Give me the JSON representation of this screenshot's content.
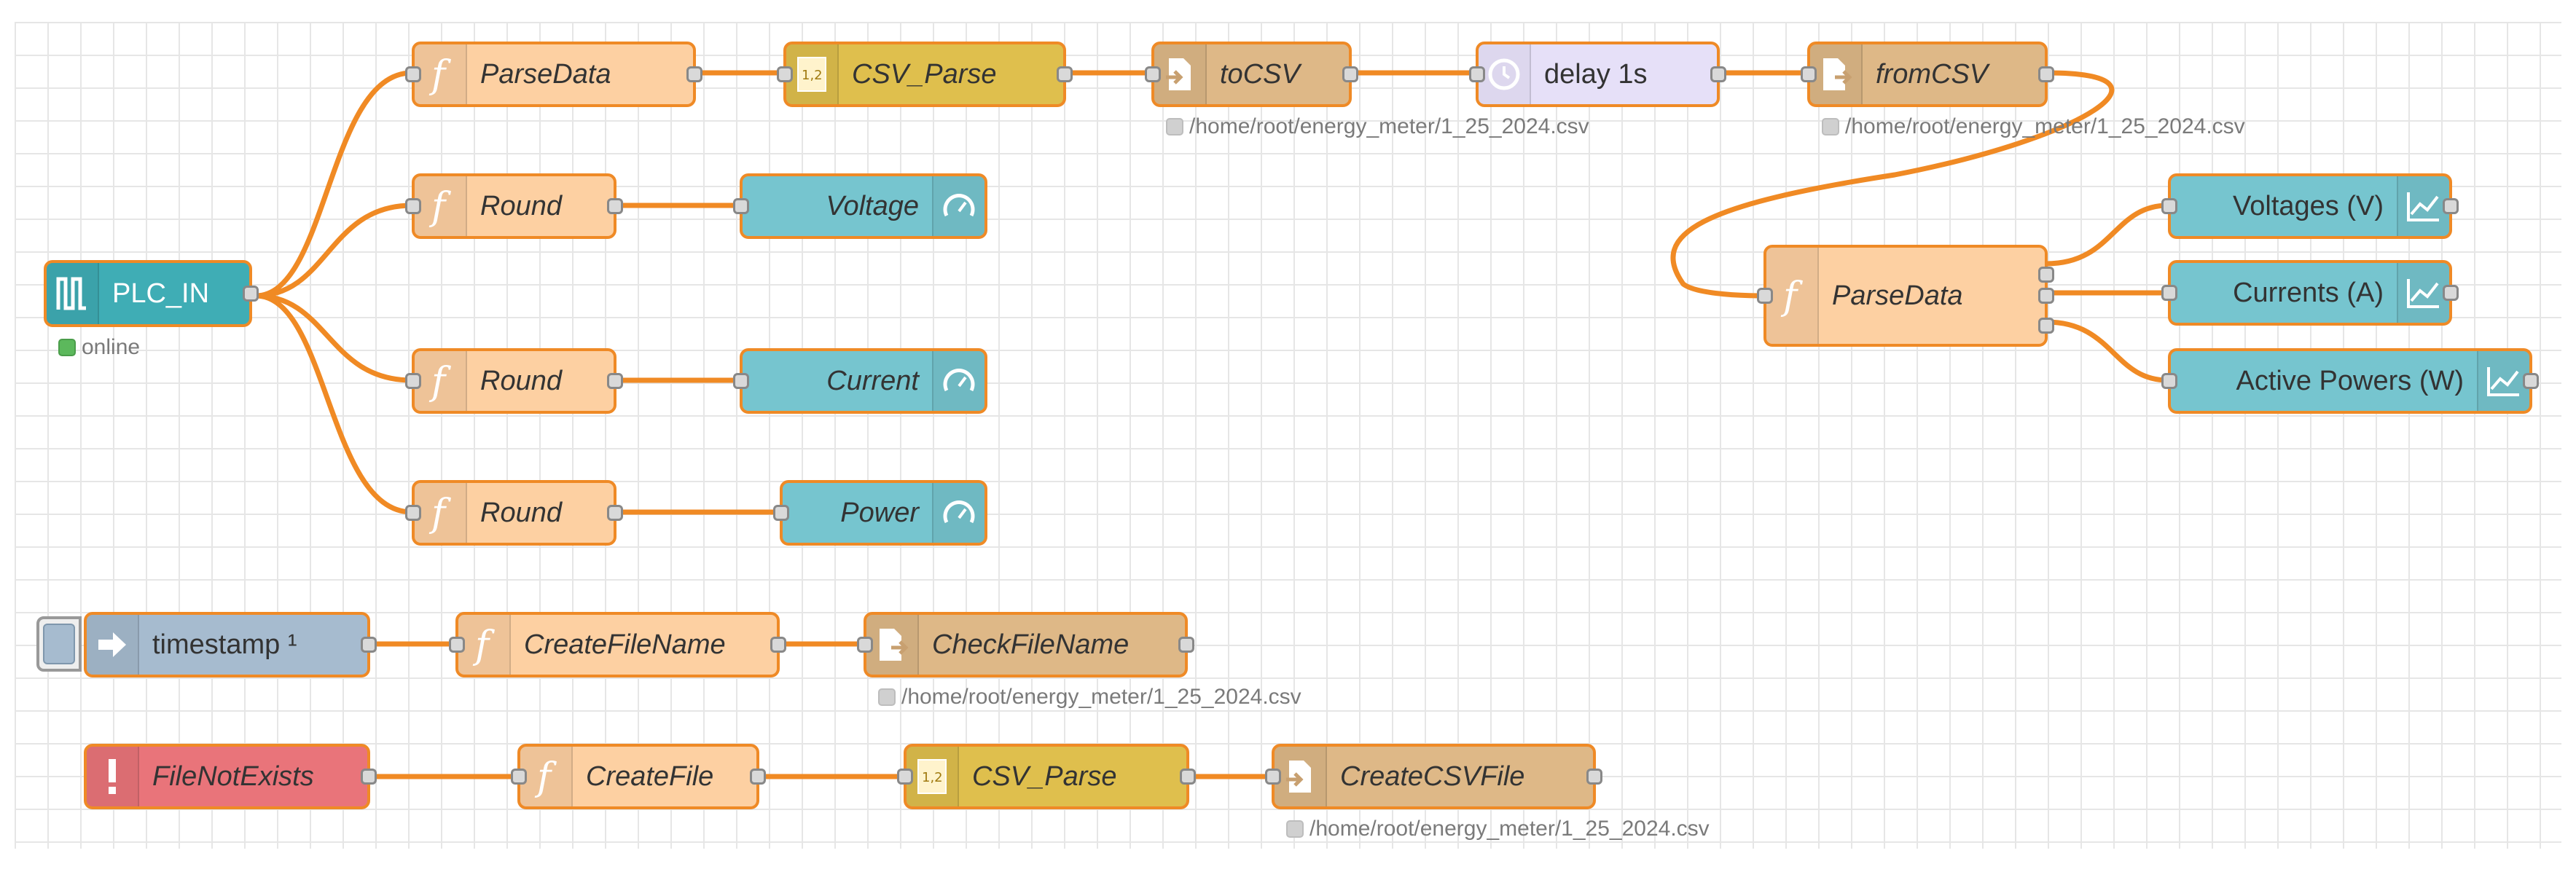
{
  "flow": {
    "plc_in": {
      "label": "PLC_IN",
      "status": "online",
      "icon": "plc-pulse-icon"
    },
    "row1": {
      "parse_data": "ParseData",
      "csv_parse": "CSV_Parse",
      "to_csv": "toCSV",
      "to_csv_status": "/home/root/energy_meter/1_25_2024.csv",
      "delay": "delay 1s",
      "from_csv": "fromCSV",
      "from_csv_status": "/home/root/energy_meter/1_25_2024.csv"
    },
    "round_nodes": [
      "Round",
      "Round",
      "Round"
    ],
    "gauges": [
      "Voltage",
      "Current",
      "Power"
    ],
    "parse_data_2": "ParseData",
    "charts": [
      "Voltages (V)",
      "Currents (A)",
      "Active Powers (W)"
    ],
    "timestamp_row": {
      "inject": "timestamp ¹",
      "create_file_name": "CreateFileName",
      "check_file_name": "CheckFileName",
      "check_file_status": "/home/root/energy_meter/1_25_2024.csv"
    },
    "error_row": {
      "catch": "FileNotExists",
      "create_file": "CreateFile",
      "csv_parse": "CSV_Parse",
      "create_csv_file": "CreateCSVFile",
      "create_csv_status": "/home/root/energy_meter/1_25_2024.csv"
    }
  },
  "colors": {
    "wire": "#f08a24",
    "node_border": "#ef8a26",
    "function": "#fdd0a2",
    "csv": "#dfbf4d",
    "file": "#deb887",
    "delay": "#e6e0f8",
    "dashboard": "#76c5cf",
    "plc": "#3fadb5",
    "inject": "#a6bbcf",
    "catch": "#e9747a",
    "status_online": "#5cb85c"
  }
}
